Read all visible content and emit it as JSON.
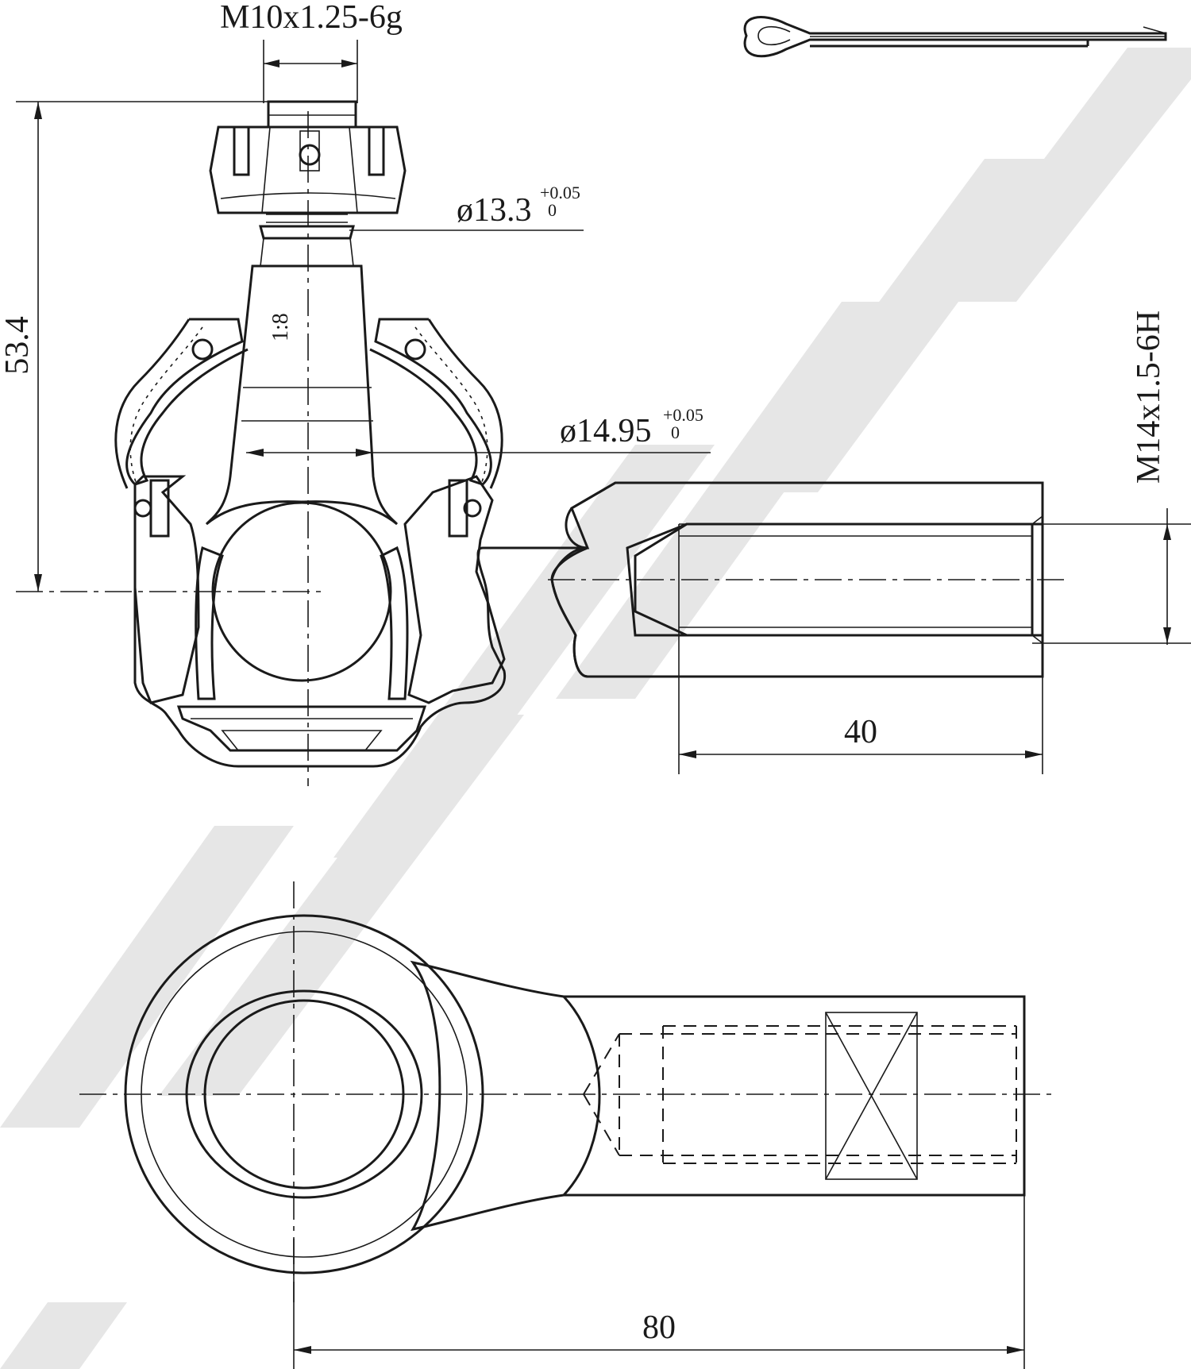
{
  "dimensions": {
    "thread_top": "M10x1.25-6g",
    "taper_dia": "ø13.3",
    "taper_dia_tol_upper": "+0.05",
    "taper_dia_tol_lower": "0",
    "taper_ratio": "1:8",
    "ball_dia": "ø14.95",
    "ball_dia_tol_upper": "+0.05",
    "ball_dia_tol_lower": "0",
    "height": "53.4",
    "thread_bore": "M14x1.5-6H",
    "bore_depth": "40",
    "overall_length": "80"
  },
  "colors": {
    "line": "#1a1a1a",
    "watermark": "#e6e6e6",
    "background": "#ffffff"
  }
}
